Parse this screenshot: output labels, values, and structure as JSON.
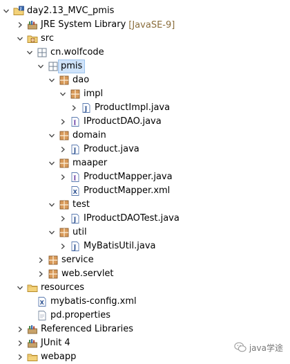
{
  "project": {
    "name": "day2.13_MVC_pmis",
    "jre_label": "JRE System Library",
    "jre_version": "[JavaSE-9]"
  },
  "src": {
    "label": "src",
    "packages": {
      "cn_wolfcode": "cn.wolfcode",
      "pmis": "pmis",
      "dao": "dao",
      "impl": "impl",
      "product_impl": "ProductImpl.java",
      "iproduct_dao": "IProductDAO.java",
      "domain": "domain",
      "product_java": "Product.java",
      "maaper": "maaper",
      "product_mapper_java": "ProductMapper.java",
      "product_mapper_xml": "ProductMapper.xml",
      "test": "test",
      "iproduct_dao_test": "IProductDAOTest.java",
      "util": "util",
      "mybatis_util": "MyBatisUtil.java",
      "service": "service",
      "web_servlet": "web.servlet"
    }
  },
  "resources": {
    "label": "resources",
    "mybatis_config": "mybatis-config.xml",
    "pd_properties": "pd.properties"
  },
  "referenced_libraries": "Referenced Libraries",
  "junit": "JUnit 4",
  "webapp": "webapp",
  "watermark": {
    "text": "java学途"
  }
}
